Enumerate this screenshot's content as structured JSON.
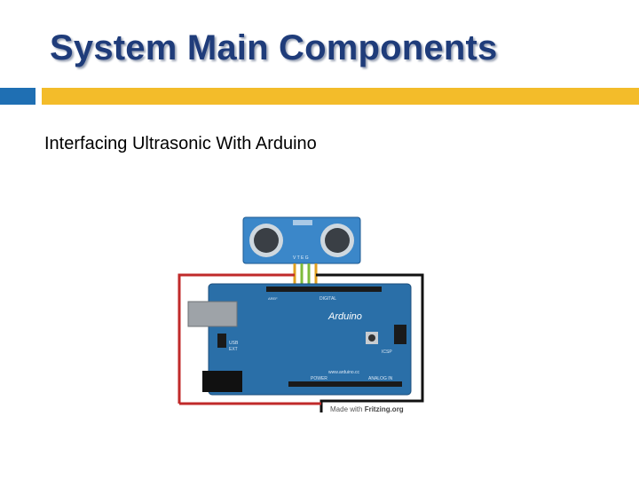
{
  "slide": {
    "title": "System Main Components",
    "subtitle": "Interfacing Ultrasonic With Arduino"
  },
  "diagram": {
    "board_name": "Arduino",
    "digital_label": "DIGITAL",
    "power_label": "POWER",
    "analog_label": "ANALOG IN",
    "icsp_label": "ICSP",
    "usb_label": "USB",
    "ext_label": "EXT",
    "url_label": "www.arduino.cc",
    "aref_label": "AREF",
    "sensor_pins": "V T E G",
    "credit_prefix": "Made with",
    "credit_brand": "Fritzing.org"
  },
  "colors": {
    "title": "#1f3c7a",
    "accent_blue": "#1f6fb3",
    "accent_gold": "#f3bc2a",
    "board": "#2a6fa8",
    "sensor": "#3b87c9",
    "wire_red": "#c02a2a",
    "wire_black": "#111111"
  }
}
